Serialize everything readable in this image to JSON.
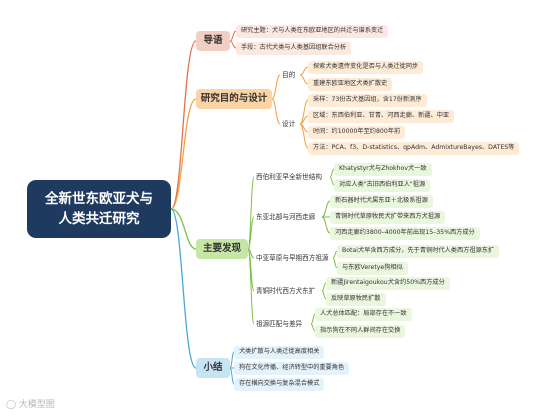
{
  "root": {
    "line1": "全新世东欧亚犬与",
    "line2": "人类共迁研究"
  },
  "branches": {
    "intro": {
      "title": "导语",
      "color": "#e4704b",
      "items": [
        "研究主题：犬与人类在东欧亚地区的共迁与谱系变迁",
        "手段：古代犬类与人类基因组联合分析"
      ]
    },
    "design": {
      "title": "研究目的与设计",
      "color": "#f2a23e",
      "purpose": {
        "label": "目的",
        "items": [
          "探索犬类遗传变化是否与人类迁徙同步",
          "重建东欧亚地区犬类扩散史"
        ]
      },
      "setup": {
        "label": "设计",
        "items": [
          "采样：73份古犬基因组，含17份新测序",
          "区域：东西伯利亚、甘青、河西走廊、新疆、中亚",
          "时间：约10000年至约800年前",
          "方法：PCA、f3、D-statistics、qpAdm、AdmixtureBayes、DATES等"
        ]
      }
    },
    "findings": {
      "title": "主要发现",
      "color": "#7dbd4a",
      "groups": [
        {
          "label": "西伯利亚早全新世结构",
          "items": [
            "Khatystyr犬与Zhokhov犬一致",
            "对应人类\"古旧西伯利亚人\"祖源"
          ]
        },
        {
          "label": "东亚北部与河西走廊",
          "items": [
            "新石器时代犬属东亚＋北极系祖源",
            "青铜时代草原牧民犬扩带来西方犬祖源",
            "河西走廊约3800–4000年前出现15–35%西方成分"
          ]
        },
        {
          "label": "中亚草原与早期西方祖源",
          "items": [
            "Botai犬早含西方成分，先于青铜时代人类西方祖源东扩",
            "与东欧Veretye狗相似"
          ]
        },
        {
          "label": "青铜时代西方犬东扩",
          "items": [
            "新疆Jirentaigoukou犬含约50%西方成分",
            "反映草原牧民扩散"
          ]
        },
        {
          "label": "祖源匹配与差异",
          "items": [
            "人犬总体匹配：局部存在不一致",
            "指示狗在不同人群间存在交换"
          ]
        }
      ]
    },
    "summary": {
      "title": "小结",
      "color": "#4aa7d8",
      "items": [
        "犬类扩散与人类迁徙高度相关",
        "狗在文化传播、经济转型中的重要角色",
        "存在横向交换与复杂混合模式"
      ]
    }
  },
  "watermark": "◯ 大模型图"
}
